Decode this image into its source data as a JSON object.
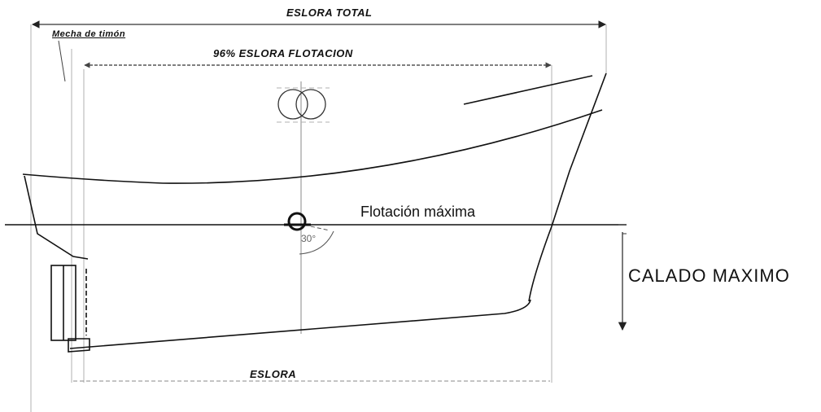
{
  "labels": {
    "eslora_total": "ESLORA TOTAL",
    "mecha_timon": "Mecha de timón",
    "eslora_flotacion": "96% ESLORA FLOTACION",
    "flotacion_maxima": "Flotación máxima",
    "calado_maximo": "CALADO MAXIMO",
    "eslora": "ESLORA",
    "angle": "30°"
  },
  "colors": {
    "line": "#111111",
    "dimension": "#333333",
    "construction": "#999999",
    "background": "#ffffff"
  }
}
